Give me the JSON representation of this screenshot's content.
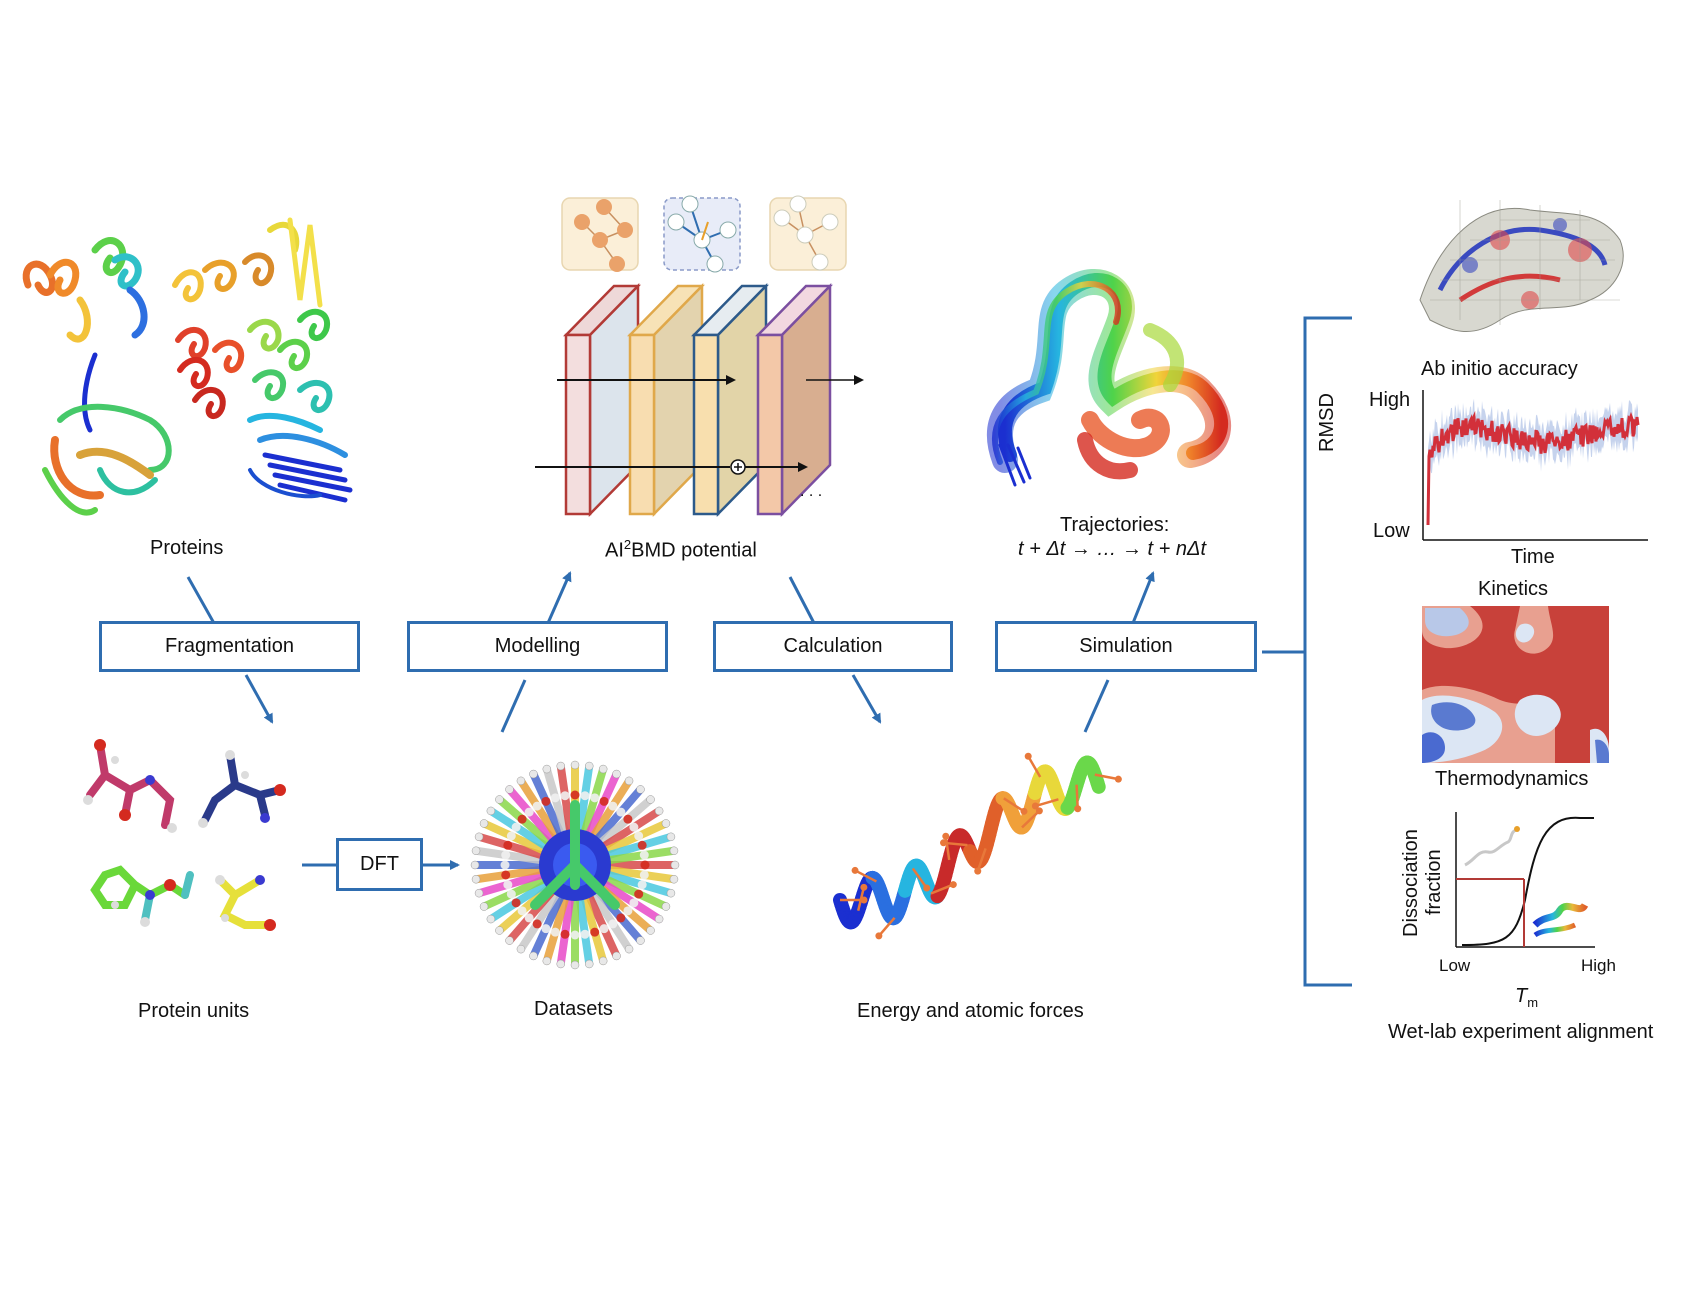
{
  "steps": {
    "fragmentation": "Fragmentation",
    "modelling": "Modelling",
    "calculation": "Calculation",
    "simulation": "Simulation",
    "dft": "DFT"
  },
  "labels": {
    "proteins": "Proteins",
    "protein_units": "Protein units",
    "datasets": "Datasets",
    "potential_prefix": "AI",
    "potential_sup": "2",
    "potential_suffix": "BMD potential",
    "energy_forces": "Energy and atomic forces",
    "trajectories_title": "Trajectories:",
    "trajectories_formula": "t + Δt → … → t + nΔt",
    "ellipsis": ". . ."
  },
  "outcomes": {
    "ab_initio": "Ab initio accuracy",
    "kinetics": {
      "title": "Kinetics",
      "ylabel": "RMSD",
      "y_high": "High",
      "y_low": "Low",
      "xlabel": "Time"
    },
    "thermodynamics": "Thermodynamics",
    "wetlab": {
      "title": "Wet-lab experiment alignment",
      "ylabel_1": "Dissociation",
      "ylabel_2": "fraction",
      "x_low": "Low",
      "x_high": "High",
      "xlabel_main": "T",
      "xlabel_sub": "m"
    }
  },
  "colors": {
    "accent_blue": "#2f6db0",
    "panel_red": "#b23a36",
    "panel_yellow": "#e5b25a",
    "panel_blue": "#2d5a8a",
    "panel_purple": "#7b4fa0"
  }
}
